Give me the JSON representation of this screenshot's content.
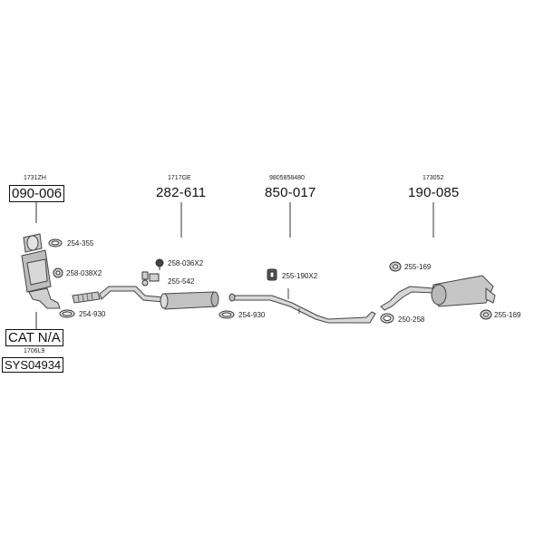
{
  "groups": [
    {
      "ref": "1731ZH",
      "part": "090-006"
    },
    {
      "ref": "1717GE",
      "part": "282-611"
    },
    {
      "ref": "9805858480",
      "part": "850-017"
    },
    {
      "ref": "173052",
      "part": "190-085"
    }
  ],
  "catalyst": {
    "label": "CAT N/A",
    "ref": "1706L9",
    "system": "SYS04934"
  },
  "fittings": {
    "cat_clamp_top": "254-355",
    "cat_gasket": "258-038X2",
    "cat_clamp_bottom": "254-930",
    "mid_bolt": "258-036X2",
    "mid_rubber": "255-542",
    "mid_clamp": "254-930",
    "center_rubber": "255-190X2",
    "rear_rubber_top": "255-169",
    "rear_clamp": "250-258",
    "rear_rubber_right": "255-169"
  }
}
